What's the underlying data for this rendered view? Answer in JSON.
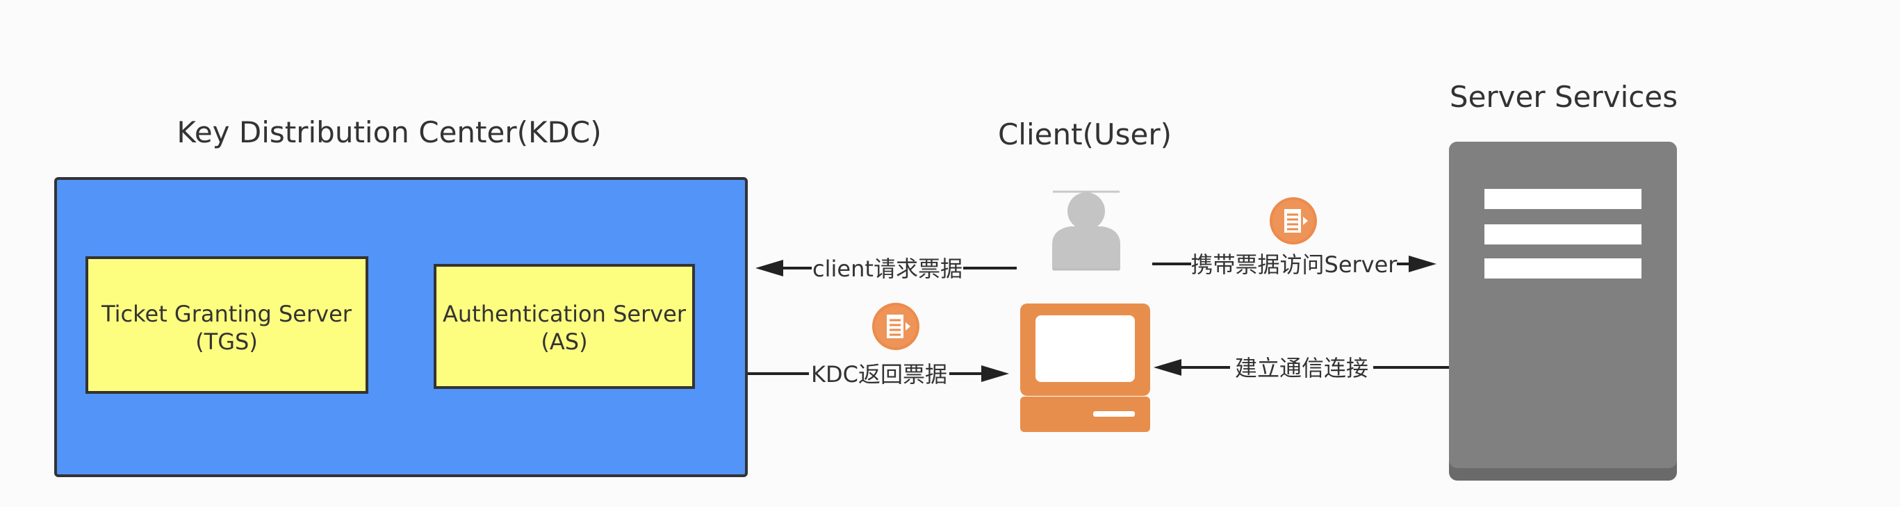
{
  "kdc": {
    "title": "Key Distribution Center(KDC)",
    "fill_color": "#5294f7",
    "tgs": {
      "line1": "Ticket Granting Server",
      "line2": "(TGS)"
    },
    "as": {
      "line1": "Authentication Server",
      "line2": "(AS)"
    },
    "server_box_color": "#fdfd7f"
  },
  "client": {
    "title": "Client(User)",
    "user_icon": "user-icon",
    "computer_icon": "computer-icon",
    "computer_color": "#e88e4c"
  },
  "server": {
    "title": "Server Services",
    "icon": "server-rack-icon",
    "color": "#808080"
  },
  "edges": [
    {
      "from": "client",
      "to": "kdc",
      "label": "client请求票据"
    },
    {
      "from": "kdc",
      "to": "client",
      "label": "KDC返回票据"
    },
    {
      "from": "client",
      "to": "server",
      "label": "携带票据访问Server"
    },
    {
      "from": "server",
      "to": "client",
      "label": "建立通信连接"
    }
  ],
  "ticket_icon": "ticket-document-icon",
  "colors": {
    "line": "#222222",
    "background": "#fbfbfb",
    "ticket_orange": "#ec8b4c"
  }
}
